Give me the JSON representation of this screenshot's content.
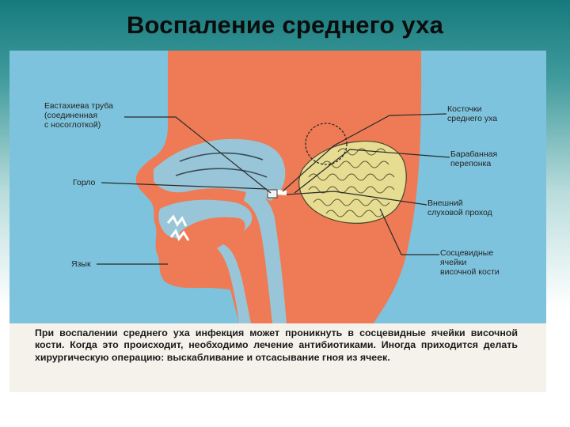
{
  "slide": {
    "title": "Воспаление среднего уха"
  },
  "diagram": {
    "labels": {
      "eustachian_tube": "Евстахиева труба\n(соединенная\nс носоглоткой)",
      "throat": "Горло",
      "tongue": "Язык",
      "ossicles": "Косточки\nсреднего уха",
      "eardrum": "Барабанная\nперепонка",
      "ear_canal": "Внешний\nслуховой проход",
      "mastoid_cells": "Сосцевидные\nячейки\nвисочной кости"
    },
    "caption": "При воспалении среднего уха инфекция может проникнуть в сосцевидные ячейки височной кости. Когда это происходит, необходимо лечение антибиотиками. Иногда приходится делать хирургическую операцию: выскабливание и отсасывание гноя из ячеек."
  },
  "colors": {
    "background_blue": "#7dc3dd",
    "skin": "#ee7b55",
    "airway": "#98c6d8",
    "mastoid": "#e6dc92",
    "line": "#2a2a2a"
  }
}
